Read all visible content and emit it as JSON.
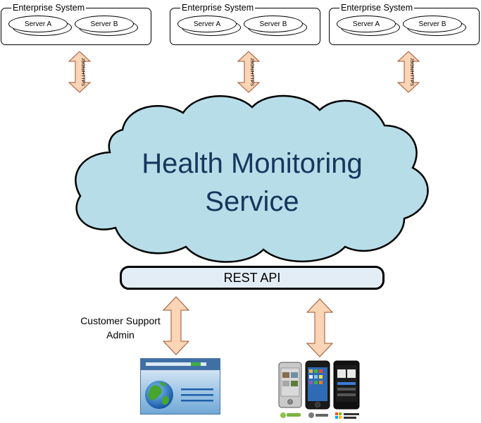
{
  "enterprise_systems": [
    {
      "title": "Enterprise System",
      "servers": [
        "Server A",
        "Server B"
      ]
    },
    {
      "title": "Enterprise System",
      "servers": [
        "Server A",
        "Server B"
      ]
    },
    {
      "title": "Enterprise System",
      "servers": [
        "Server A",
        "Server B"
      ]
    }
  ],
  "protocol_label": "JSON/HTTPS",
  "cloud": {
    "line1": "Health Monitoring",
    "line2": "Service",
    "fill_color": "#b7dde8",
    "text_color": "#17365d"
  },
  "rest_api": {
    "label": "REST API"
  },
  "admin": {
    "line1": "Customer Support",
    "line2": "Admin"
  },
  "arrow_color": "#fbd5b5",
  "mobile_platforms": [
    "android",
    "iPhone",
    "Windows Mobile"
  ],
  "icons": [
    "double-arrow-icon",
    "web-browser-icon",
    "globe-icon",
    "mobile-phones-icon"
  ]
}
